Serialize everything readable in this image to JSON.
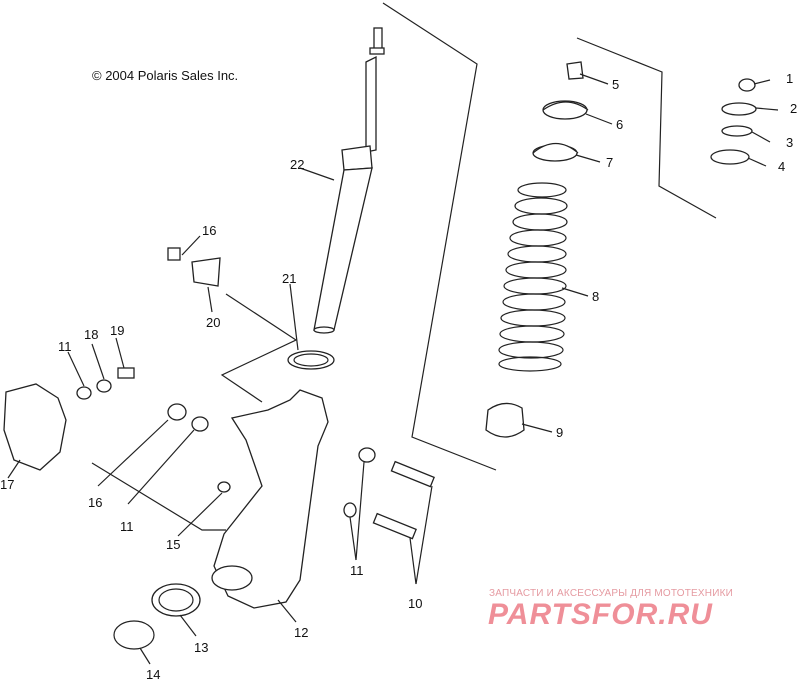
{
  "copyright": "© 2004 Polaris Sales Inc.",
  "callouts": {
    "c1": "1",
    "c2": "2",
    "c3": "3",
    "c4": "4",
    "c5": "5",
    "c6": "6",
    "c7": "7",
    "c8": "8",
    "c9": "9",
    "c10": "10",
    "c11a": "11",
    "c11b": "11",
    "c11c": "11",
    "c12": "12",
    "c13": "13",
    "c14": "14",
    "c15": "15",
    "c16a": "16",
    "c16b": "16",
    "c17": "17",
    "c18": "18",
    "c19": "19",
    "c20": "20",
    "c21": "21",
    "c22": "22"
  },
  "watermark": {
    "tagline": "ЗАПЧАСТИ И АКСЕССУАРЫ ДЛЯ МОТОТЕХНИКИ",
    "logo": "PARTSFOR.RU"
  }
}
